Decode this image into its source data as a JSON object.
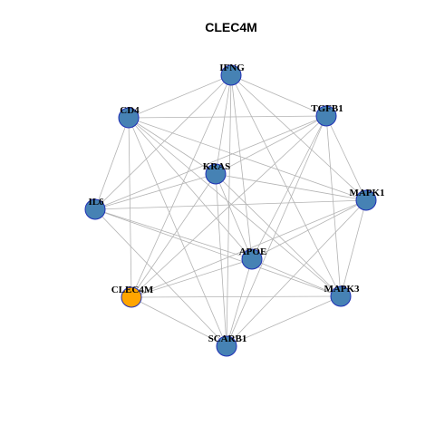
{
  "title": "CLEC4M",
  "colors": {
    "hub_node": "#ffa500",
    "node": "#4682b4",
    "node_border": "#1f2fb5",
    "edge": "#b3b3b3"
  },
  "nodes": [
    {
      "id": "IFNG",
      "label": "IFNG",
      "hub": false
    },
    {
      "id": "TGFB1",
      "label": "TGFB1",
      "hub": false
    },
    {
      "id": "CD4",
      "label": "CD4",
      "hub": false
    },
    {
      "id": "KRAS",
      "label": "KRAS",
      "hub": false
    },
    {
      "id": "MAPK1",
      "label": "MAPK1",
      "hub": false
    },
    {
      "id": "IL6",
      "label": "IL6",
      "hub": false
    },
    {
      "id": "APOE",
      "label": "APOE",
      "hub": false
    },
    {
      "id": "CLEC4M",
      "label": "CLEC4M",
      "hub": true
    },
    {
      "id": "MAPK3",
      "label": "MAPK3",
      "hub": false
    },
    {
      "id": "SCARB1",
      "label": "SCARB1",
      "hub": false
    }
  ],
  "edges": [
    [
      "IFNG",
      "TGFB1"
    ],
    [
      "IFNG",
      "CD4"
    ],
    [
      "IFNG",
      "KRAS"
    ],
    [
      "IFNG",
      "MAPK1"
    ],
    [
      "IFNG",
      "IL6"
    ],
    [
      "IFNG",
      "APOE"
    ],
    [
      "IFNG",
      "CLEC4M"
    ],
    [
      "IFNG",
      "MAPK3"
    ],
    [
      "IFNG",
      "SCARB1"
    ],
    [
      "TGFB1",
      "CD4"
    ],
    [
      "TGFB1",
      "KRAS"
    ],
    [
      "TGFB1",
      "MAPK1"
    ],
    [
      "TGFB1",
      "IL6"
    ],
    [
      "TGFB1",
      "APOE"
    ],
    [
      "TGFB1",
      "CLEC4M"
    ],
    [
      "TGFB1",
      "MAPK3"
    ],
    [
      "TGFB1",
      "SCARB1"
    ],
    [
      "CD4",
      "KRAS"
    ],
    [
      "CD4",
      "MAPK1"
    ],
    [
      "CD4",
      "IL6"
    ],
    [
      "CD4",
      "APOE"
    ],
    [
      "CD4",
      "CLEC4M"
    ],
    [
      "CD4",
      "MAPK3"
    ],
    [
      "CD4",
      "SCARB1"
    ],
    [
      "KRAS",
      "MAPK1"
    ],
    [
      "KRAS",
      "IL6"
    ],
    [
      "KRAS",
      "APOE"
    ],
    [
      "KRAS",
      "CLEC4M"
    ],
    [
      "KRAS",
      "MAPK3"
    ],
    [
      "KRAS",
      "SCARB1"
    ],
    [
      "MAPK1",
      "IL6"
    ],
    [
      "MAPK1",
      "APOE"
    ],
    [
      "MAPK1",
      "CLEC4M"
    ],
    [
      "MAPK1",
      "MAPK3"
    ],
    [
      "MAPK1",
      "SCARB1"
    ],
    [
      "IL6",
      "APOE"
    ],
    [
      "IL6",
      "MAPK3"
    ],
    [
      "IL6",
      "SCARB1"
    ],
    [
      "APOE",
      "CLEC4M"
    ],
    [
      "APOE",
      "MAPK3"
    ],
    [
      "APOE",
      "SCARB1"
    ],
    [
      "CLEC4M",
      "MAPK3"
    ],
    [
      "CLEC4M",
      "SCARB1"
    ],
    [
      "MAPK3",
      "SCARB1"
    ]
  ]
}
